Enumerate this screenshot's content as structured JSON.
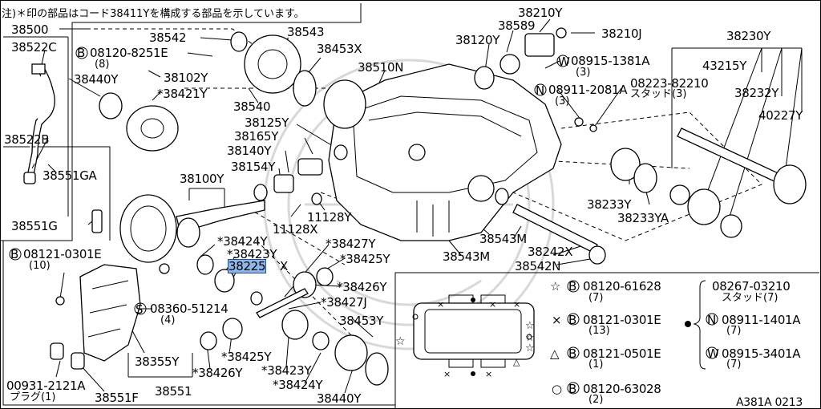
{
  "header_note": "注)＊印の部品はコード38411Yを構成する部品を示しています。",
  "figure_code": "A381A 0213",
  "highlighted_part": "38225",
  "labels": {
    "p38500": "38500",
    "p38522c": "38522C",
    "p38440y_a": "38440Y",
    "p38522b": "38522B",
    "p38551ga": "38551GA",
    "p38551g": "38551G",
    "b08120_8251e": "08120-8251E",
    "b08120_8251e_qty": "(8)",
    "p38542": "38542",
    "p38543": "38543",
    "p38453x": "38453X",
    "p38510n": "38510N",
    "p38102y": "38102Y",
    "p38421y": "*38421Y",
    "p38540": "38540",
    "p38125y": "38125Y",
    "p38165y": "38165Y",
    "p38140y": "38140Y",
    "p38154y": "38154Y",
    "p38100y": "38100Y",
    "p11128y": "11128Y",
    "p11128x": "11128X",
    "p38210y": "38210Y",
    "p38589": "38589",
    "p38120y": "38120Y",
    "p38210j": "38210J",
    "w08915_1381a": "08915-1381A",
    "w08915_1381a_qty": "(3)",
    "n08911_2081a": "08911-2081A",
    "n08911_2081a_qty": "(3)",
    "p38230y": "38230Y",
    "p43215y": "43215Y",
    "p08223_82210": "08223-82210",
    "stud_3": "スタッド(3)",
    "p38232y": "38232Y",
    "p40227y": "40227Y",
    "p38233y": "38233Y",
    "p38233ya": "38233YA",
    "p38543m_a": "38543M",
    "p38543m_b": "38543M",
    "p38242x": "38242X",
    "p38542n": "38542N",
    "b08121_0301e_a": "08121-0301E",
    "b08121_0301e_a_qty": "(10)",
    "p38424y_a": "*38424Y",
    "p38423y_a": "*38423Y",
    "p38225x": "X",
    "p38427y": "*38427Y",
    "p38425y_a": "*38425Y",
    "p38426y_a": "*38426Y",
    "p38427j": "*38427J",
    "s08360_51214": "08360-51214",
    "s08360_51214_qty": "(4)",
    "p38355y": "38355Y",
    "p38425y_b": "*38425Y",
    "p38426y_b": "*38426Y",
    "p38423y_b": "*38423Y",
    "p38453y": "38453Y",
    "p38424y_b": "*38424Y",
    "p38440y_b": "38440Y",
    "p38551": "38551",
    "p00931_2121a": "00931-2121A",
    "plug_1": "プラグ(1)",
    "p38551f": "38551F"
  },
  "legend": {
    "star_code": "08120-61628",
    "star_qty": "(7)",
    "cross_code": "08121-0301E",
    "cross_qty": "(13)",
    "triangle_code": "08121-0501E",
    "triangle_qty": "(1)",
    "circle_code": "08120-63028",
    "circle_qty": "(2)",
    "dot_stud_code": "08267-03210",
    "dot_stud_qty": "スタッド(7)",
    "dot_nut_code": "08911-1401A",
    "dot_nut_qty": "(7)",
    "dot_washer_code": "08915-3401A",
    "dot_washer_qty": "(7)"
  },
  "prefix_marks": {
    "bolt": "B",
    "nut": "N",
    "washer": "W",
    "screw": "S"
  },
  "icons": [
    "star-icon",
    "cross-icon",
    "triangle-icon",
    "circle-icon",
    "dot-icon"
  ]
}
